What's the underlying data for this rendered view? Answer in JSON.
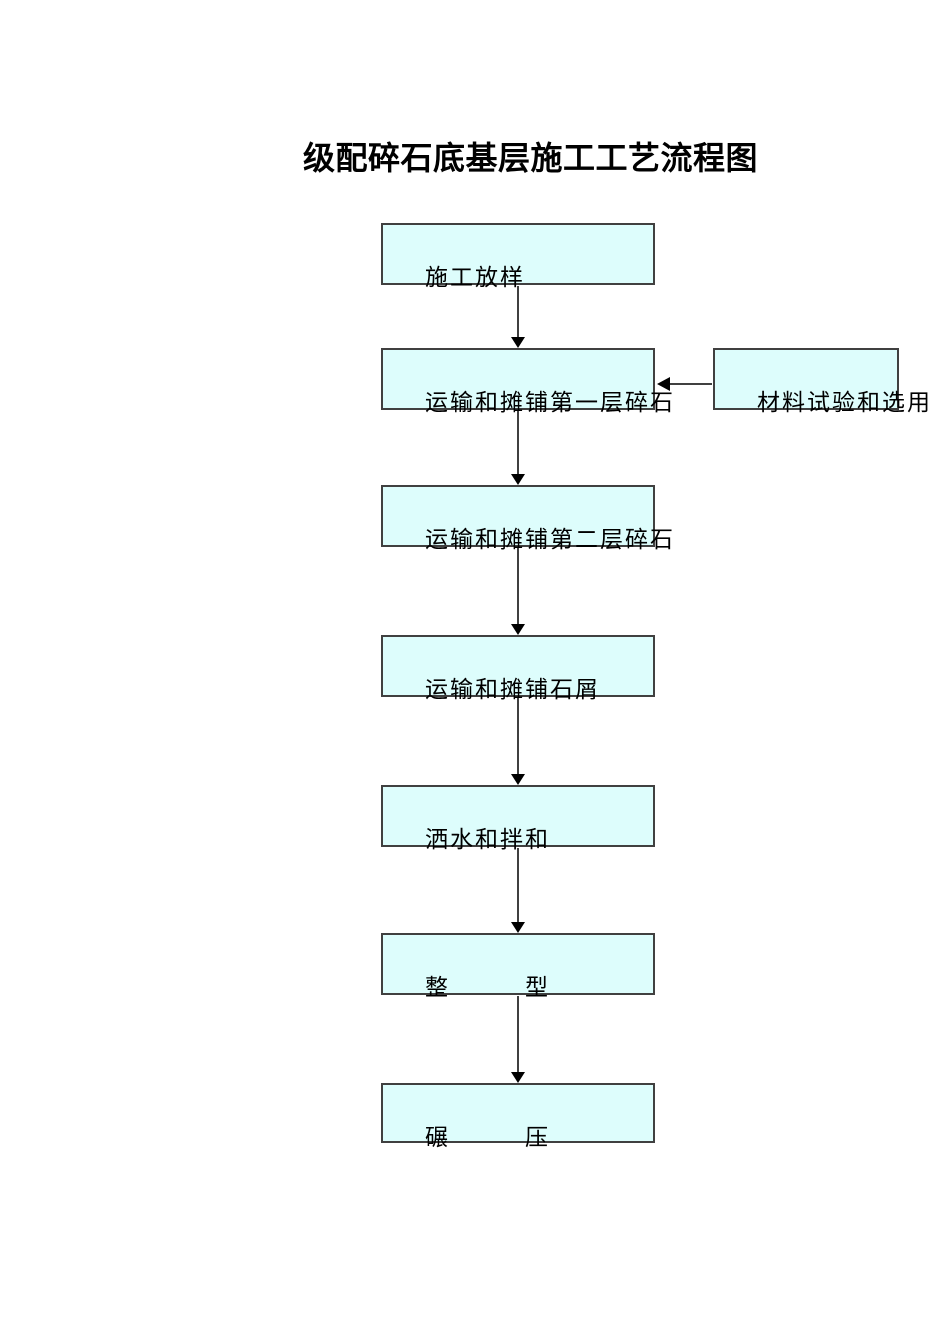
{
  "document": {
    "title": "级配碎石底基层施工工艺流程图"
  },
  "colors": {
    "page_background": "#ffffff",
    "box_fill": "#ddfdfc",
    "box_border": "#404040",
    "arrow": "#000000",
    "text": "#000000"
  },
  "flow": {
    "steps": [
      {
        "label": "施工放样"
      },
      {
        "label": "运输和摊铺第一层碎石"
      },
      {
        "label": "运输和摊铺第二层碎石"
      },
      {
        "label": "运输和摊铺石屑"
      },
      {
        "label": "洒水和拌和"
      },
      {
        "label": "整　　　型"
      },
      {
        "label": "碾　　　压"
      }
    ],
    "side_box": {
      "label": "材料试验和选用"
    }
  }
}
